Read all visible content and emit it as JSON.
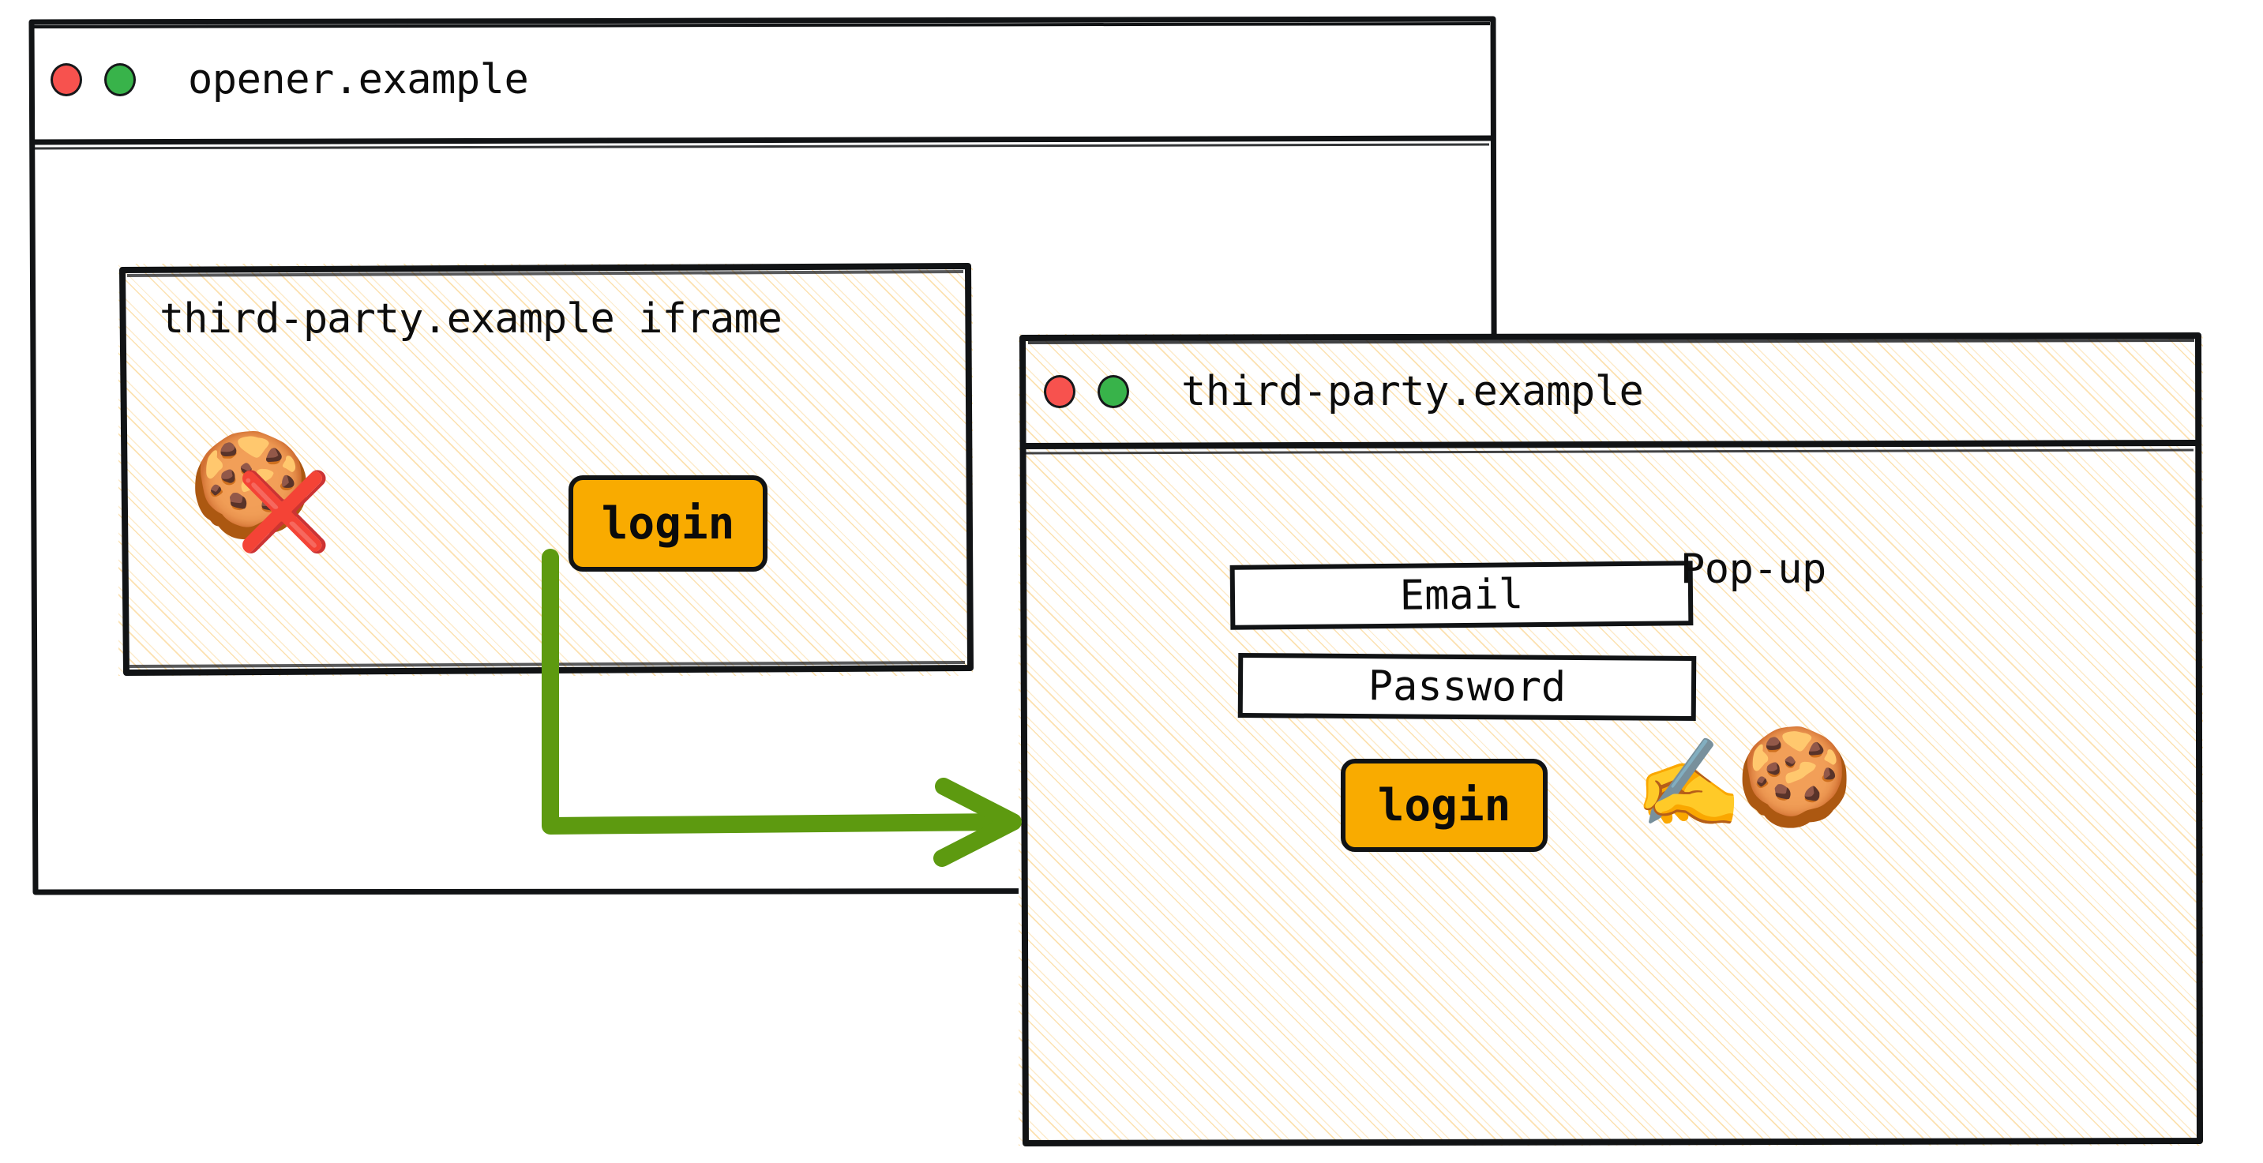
{
  "diagram": {
    "title": "Third-party login via pop-up instead of iframe cookie access",
    "colors": {
      "arrow_green": "#5d9a10",
      "button_orange": "#f9ab00",
      "dot_red": "#f7524e",
      "dot_green": "#38b34a",
      "ink_black": "#111315",
      "hatch_amber": "#fac86e"
    }
  },
  "opener_window": {
    "name": "opener-window",
    "titlebar": {
      "close_dot": "close-dot",
      "minimize_dot": "minimize-dot",
      "title": "opener.example"
    },
    "iframe": {
      "title": "third-party.example iframe",
      "cookie_icon": "cookie-icon",
      "cookie_glyph": "🍪",
      "blocked_icon": "red-cross-icon",
      "blocked_glyph": "❌",
      "login_button": "login"
    }
  },
  "popup_window": {
    "name": "third-party-popup-window",
    "titlebar": {
      "close_dot": "close-dot",
      "minimize_dot": "minimize-dot",
      "title": "third-party.example"
    },
    "body": {
      "email_field_value": "Email",
      "password_field_value": "Password",
      "login_button": "login",
      "popup_label": "Pop-up",
      "sign_icon": "writing-hand-icon",
      "sign_glyph": "✍️",
      "cookie_icon": "cookie-icon",
      "cookie_glyph": "🍪"
    }
  },
  "flow": {
    "arrow_name": "login-to-popup-arrow",
    "from": "iframe login button",
    "to": "third-party.example pop-up window"
  }
}
